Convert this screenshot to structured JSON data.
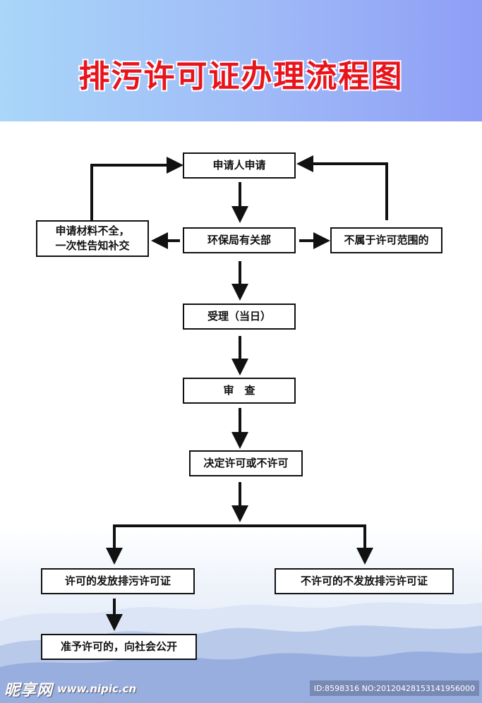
{
  "title": "排污许可证办理流程图",
  "nodes": {
    "apply": "申请人申请",
    "env_bureau": "环保局有关部",
    "incomplete": "申请材料不全，\n一次性告知补交",
    "out_of_scope": "不属于许可范围的",
    "accept": "受理（当日）",
    "review": "审　查",
    "decide": "决定许可或不许可",
    "grant": "许可的发放排污许可证",
    "deny": "不许可的不发放排污许可证",
    "publish": "准予许可的，向社会公开"
  },
  "watermark": {
    "logo": "昵享网",
    "url": "www.nipic.cn",
    "id_text": "ID:8598316 NO:20120428153141956000"
  },
  "colors": {
    "title": "#e8141c",
    "header_start": "#a9d6f9",
    "header_end": "#8f9ef6",
    "line": "#111111"
  }
}
